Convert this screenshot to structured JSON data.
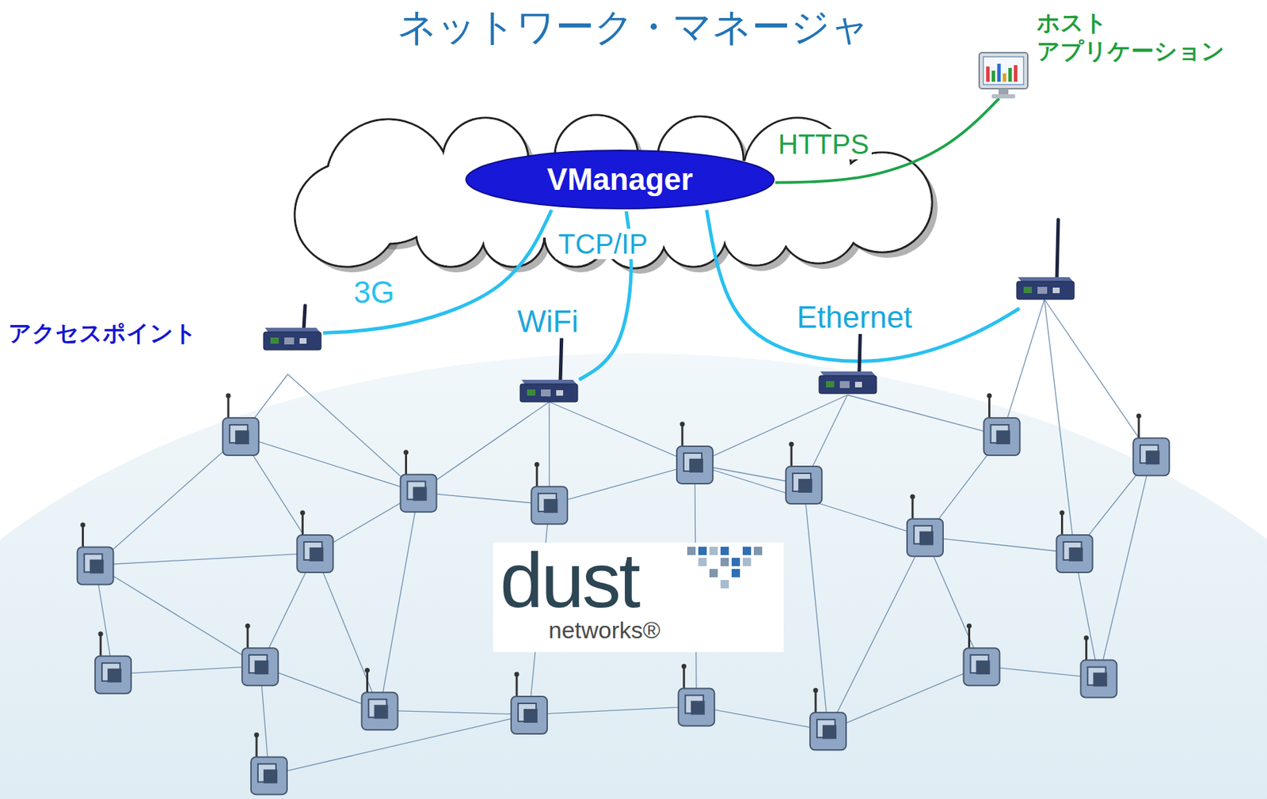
{
  "diagram": {
    "title": "ネットワーク・マネージャ",
    "nodes": [
      {
        "text": [
          "VManager"
        ]
      },
      {
        "text": [
          "ホスト アプリケーション"
        ]
      },
      {
        "text": [
          "アクセスポイント"
        ]
      },
      {
        "text": [
          "dust",
          "networks®"
        ]
      }
    ],
    "edges": [
      {
        "from": 0,
        "to": 1,
        "label": "HTTPS",
        "arrow": "none"
      },
      {
        "from": 0,
        "to": 2,
        "label": "3G",
        "arrow": "none"
      }
    ],
    "labels": [
      "TCP/IP",
      "WiFi",
      "Ethernet"
    ]
  }
}
